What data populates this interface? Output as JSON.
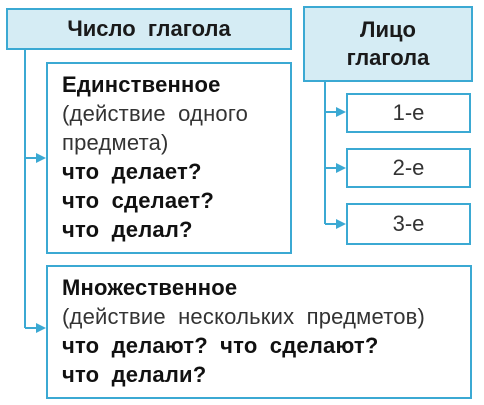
{
  "number_header": "Число  глагола",
  "person_header": {
    "line1": "Лицо",
    "line2": "глагола"
  },
  "singular": {
    "title": "Единственное",
    "note_line1": "(действие  одного",
    "note_line2": "предмета)",
    "q1": "что  делает?",
    "q2": "что  сделает?",
    "q3": "что  делал?"
  },
  "plural": {
    "title": "Множественное",
    "note": "(действие  нескольких  предметов)",
    "q1": "что  делают?  что  сделают?",
    "q2": "что  делали?"
  },
  "persons": [
    "1-е",
    "2-е",
    "3-е"
  ],
  "colors": {
    "border": "#3ba9d3",
    "header_fill": "#d5ecf4"
  }
}
